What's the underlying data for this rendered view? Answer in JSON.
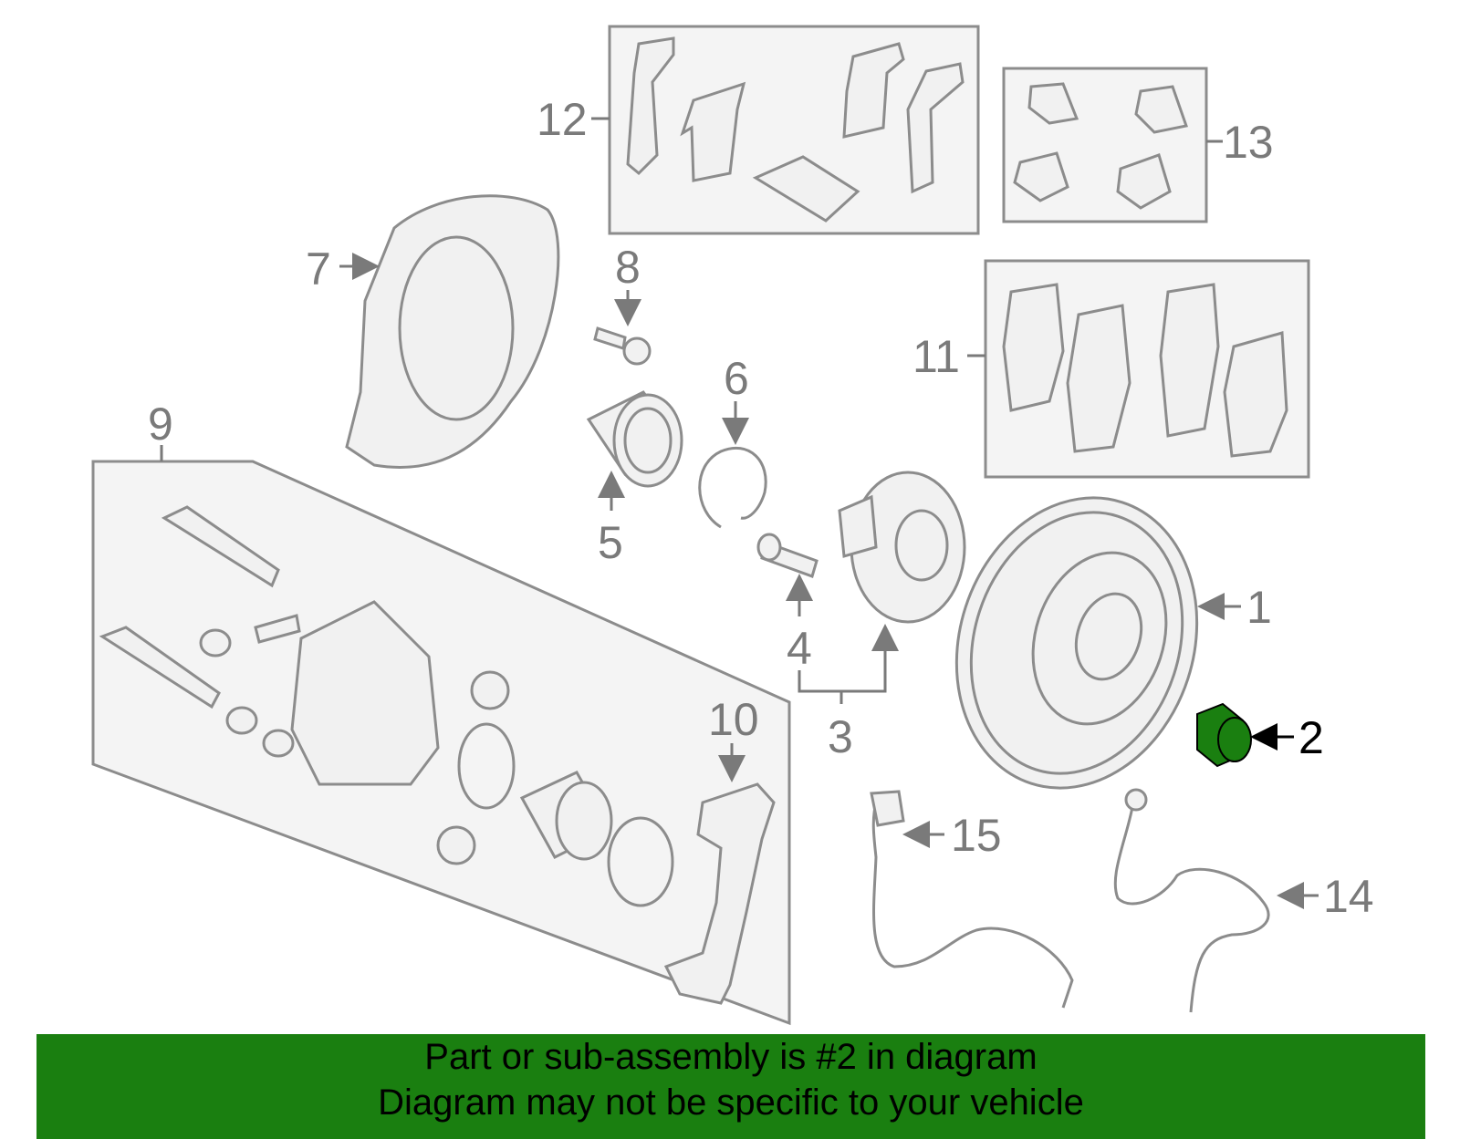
{
  "callouts": {
    "c1": "1",
    "c2": "2",
    "c3": "3",
    "c4": "4",
    "c5": "5",
    "c6": "6",
    "c7": "7",
    "c8": "8",
    "c9": "9",
    "c10": "10",
    "c11": "11",
    "c12": "12",
    "c13": "13",
    "c14": "14",
    "c15": "15"
  },
  "highlight": {
    "part": "2",
    "color": "#1a7f10"
  },
  "footer": {
    "line1": "Part or sub-assembly is #2 in diagram",
    "line2": "Diagram may not be specific to your vehicle"
  }
}
